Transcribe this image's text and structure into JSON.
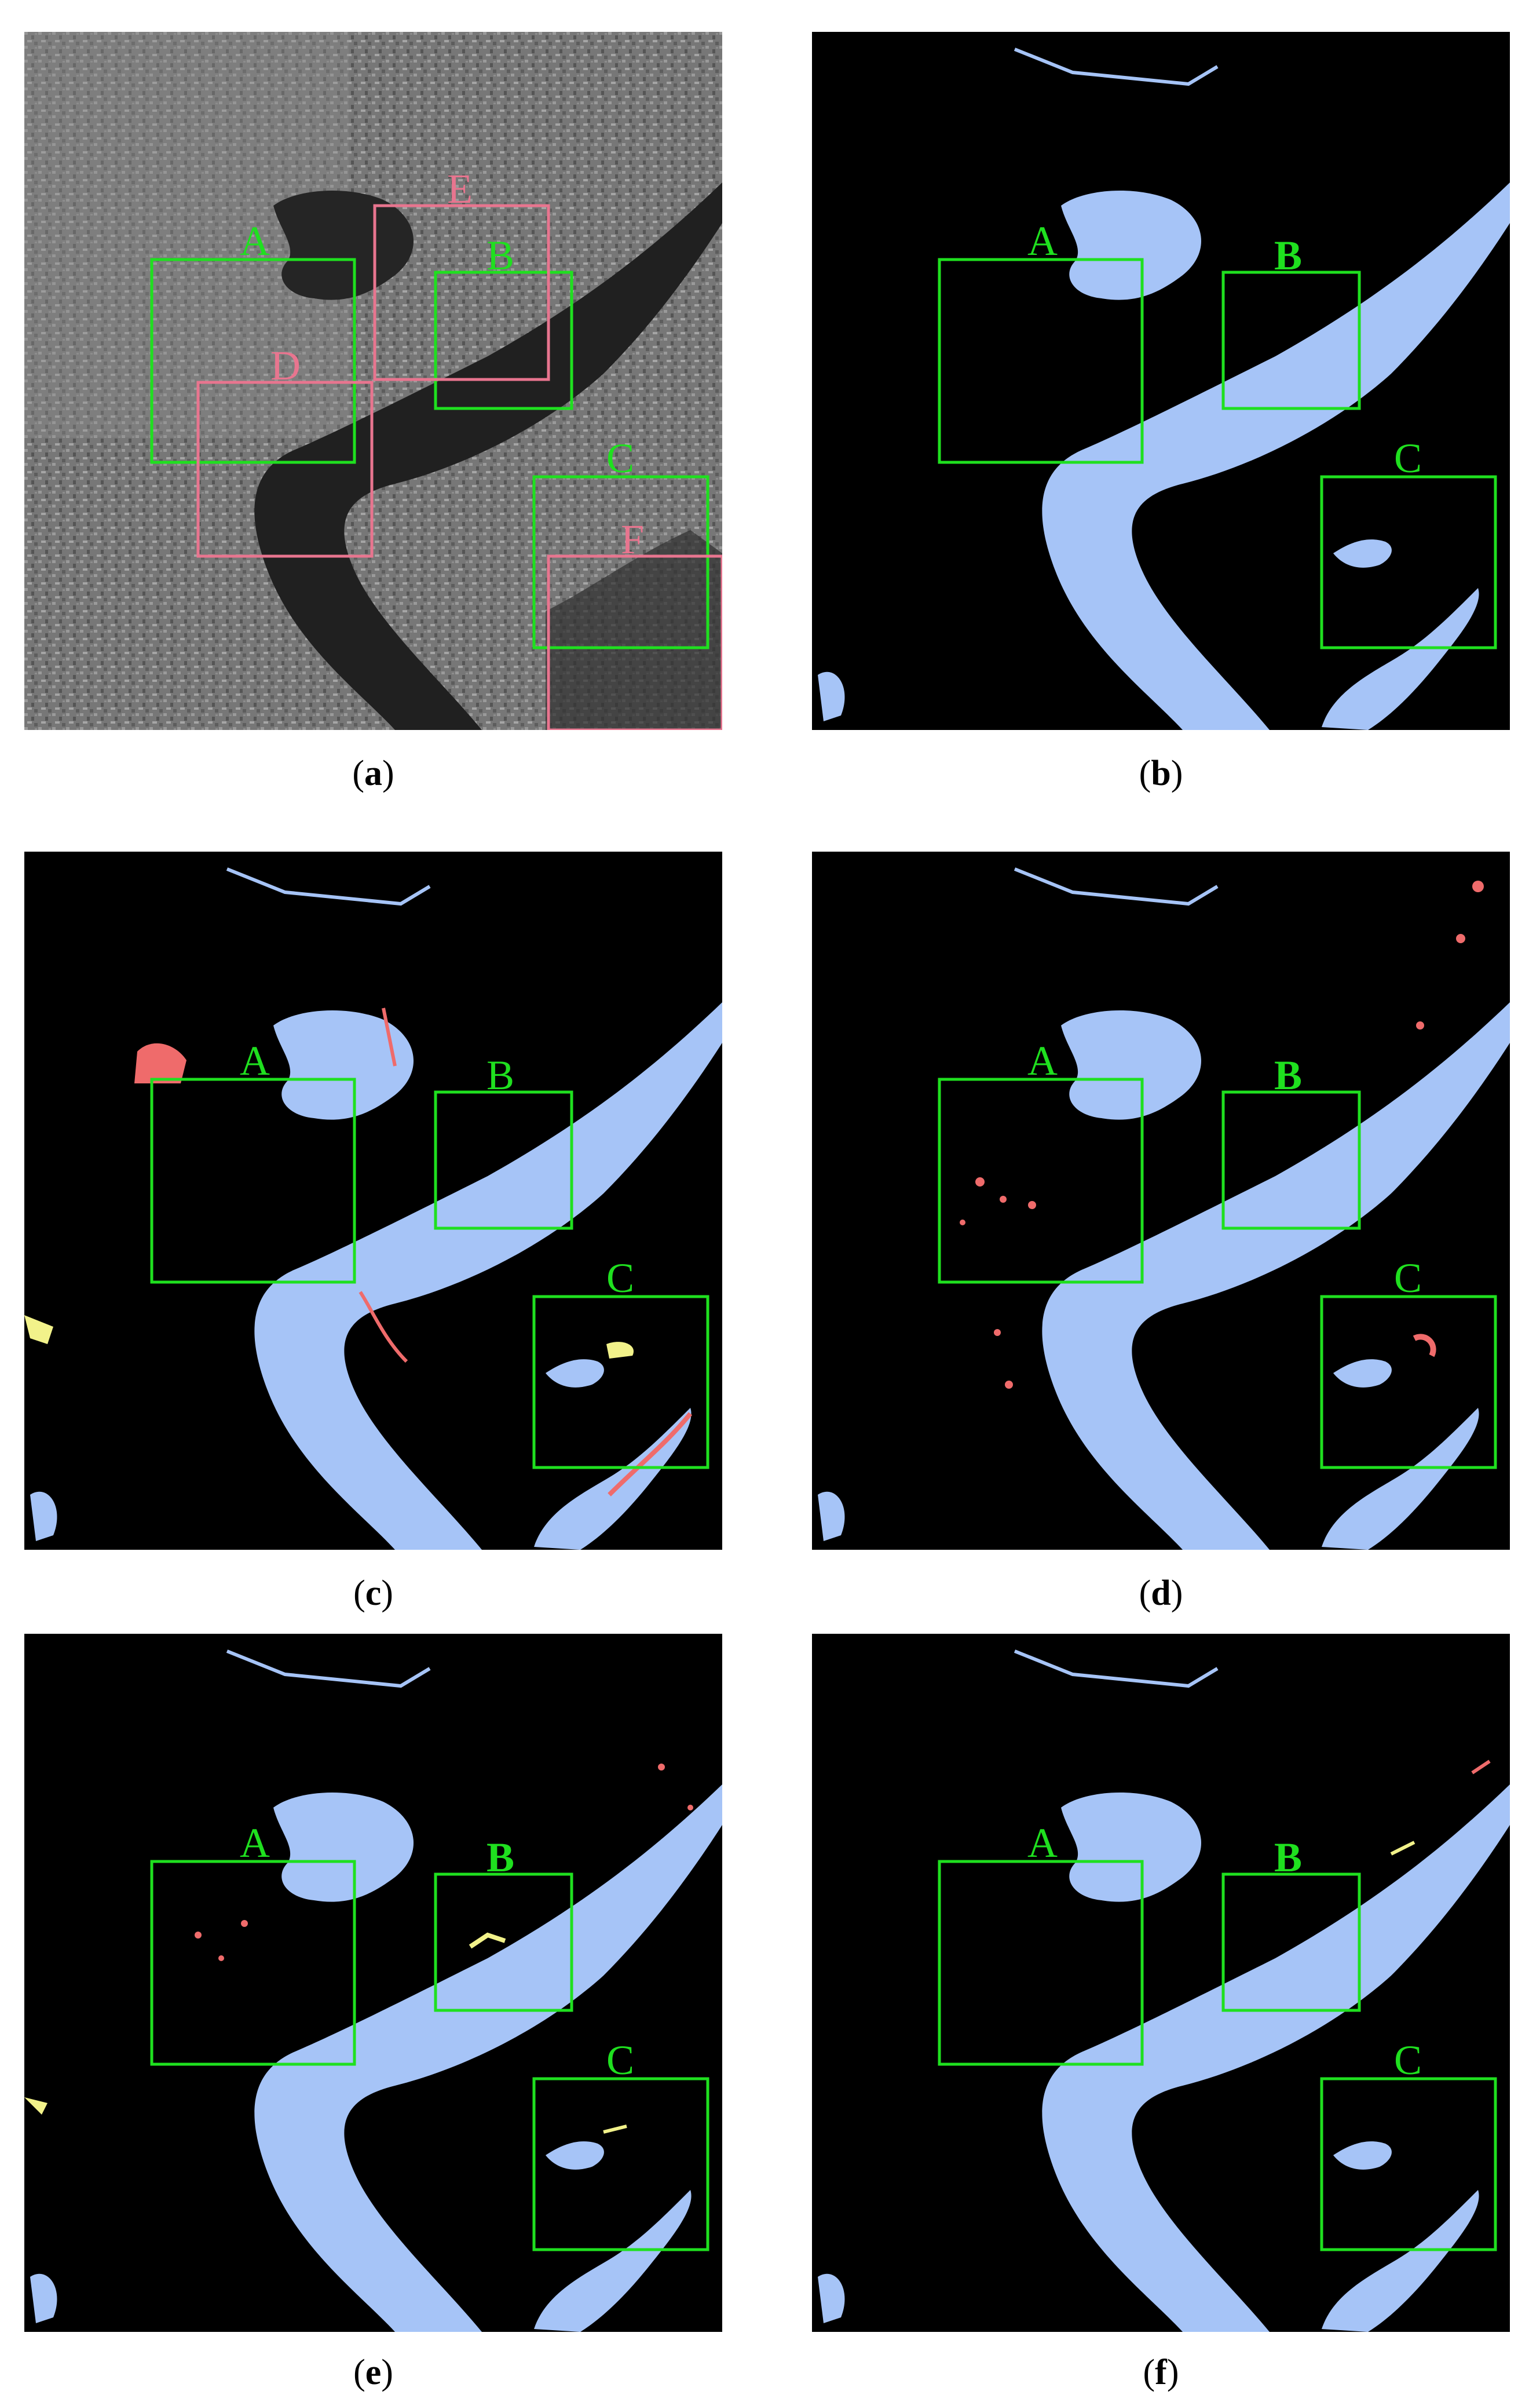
{
  "colors": {
    "water_tp": "#a6c4f7",
    "false_positive": "#ef6b6b",
    "false_negative": "#f2f28a",
    "roi_green": "#1fe01f",
    "roi_pink": "#e8758f",
    "background": "#000000",
    "sar_gray": "#6e6e6e"
  },
  "panels": [
    {
      "id": "a",
      "caption_open": "(",
      "caption_letter": "a",
      "caption_close": ")",
      "kind": "sar",
      "green_boxes": [
        {
          "label": "A"
        },
        {
          "label": "B"
        },
        {
          "label": "C"
        }
      ],
      "pink_boxes": [
        {
          "label": "D"
        },
        {
          "label": "E"
        },
        {
          "label": "F"
        }
      ]
    },
    {
      "id": "b",
      "caption_open": "(",
      "caption_letter": "b",
      "caption_close": ")",
      "kind": "ground-truth",
      "green_boxes": [
        {
          "label": "A"
        },
        {
          "label": "B"
        },
        {
          "label": "C"
        }
      ]
    },
    {
      "id": "c",
      "caption_open": "(",
      "caption_letter": "c",
      "caption_close": ")",
      "kind": "result",
      "green_boxes": [
        {
          "label": "A"
        },
        {
          "label": "B"
        },
        {
          "label": "C"
        }
      ]
    },
    {
      "id": "d",
      "caption_open": "(",
      "caption_letter": "d",
      "caption_close": ")",
      "kind": "result",
      "green_boxes": [
        {
          "label": "A"
        },
        {
          "label": "B"
        },
        {
          "label": "C"
        }
      ]
    },
    {
      "id": "e",
      "caption_open": "(",
      "caption_letter": "e",
      "caption_close": ")",
      "kind": "result",
      "green_boxes": [
        {
          "label": "A"
        },
        {
          "label": "B"
        },
        {
          "label": "C"
        }
      ]
    },
    {
      "id": "f",
      "caption_open": "(",
      "caption_letter": "f",
      "caption_close": ")",
      "kind": "result",
      "green_boxes": [
        {
          "label": "A"
        },
        {
          "label": "B"
        },
        {
          "label": "C"
        }
      ]
    }
  ]
}
